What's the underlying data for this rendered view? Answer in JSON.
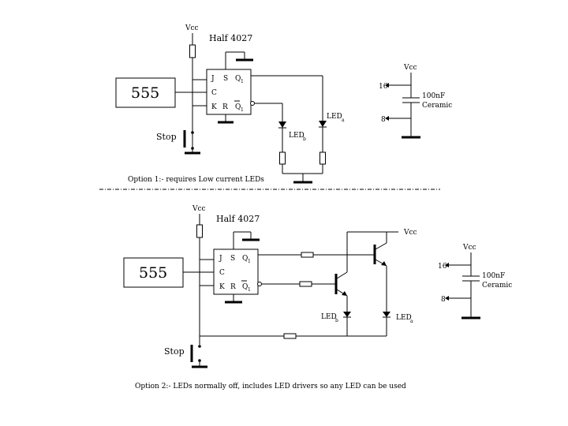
{
  "option1": {
    "vcc_top": "Vcc",
    "title": "Half   4027",
    "timer": "555",
    "stop": "Stop",
    "ff_J": "J",
    "ff_S": "S",
    "ff_Q": "Q",
    "ff_Qsub": "1",
    "ff_C": "C",
    "ff_K": "K",
    "ff_R": "R",
    "ff_Qbar": "Q",
    "ff_Qbarsub": "1",
    "led_a": "LED",
    "led_a_sub": "a",
    "led_b": "LED",
    "led_b_sub": "b",
    "vcc_cap": "Vcc",
    "pin16": "16",
    "pin8": "8",
    "cap_value": "100nF",
    "cap_type": "Ceramic",
    "caption": "Option 1:- requires Low current LEDs"
  },
  "option2": {
    "vcc_top": "Vcc",
    "title": "Half   4027",
    "timer": "555",
    "stop": "Stop",
    "ff_J": "J",
    "ff_S": "S",
    "ff_Q": "Q",
    "ff_Qsub": "1",
    "ff_C": "C",
    "ff_K": "K",
    "ff_R": "R",
    "ff_Qbar": "Q",
    "ff_Qbarsub": "1",
    "led_a": "LED",
    "led_a_sub": "a",
    "led_b": "LED",
    "led_b_sub": "b",
    "vcc_drv": "Vcc",
    "vcc_cap": "Vcc",
    "pin16": "16",
    "pin8": "8",
    "cap_value": "100nF",
    "cap_type": "Ceramic",
    "caption": "Option 2:- LEDs normally off, includes LED drivers so any LED can be used"
  }
}
